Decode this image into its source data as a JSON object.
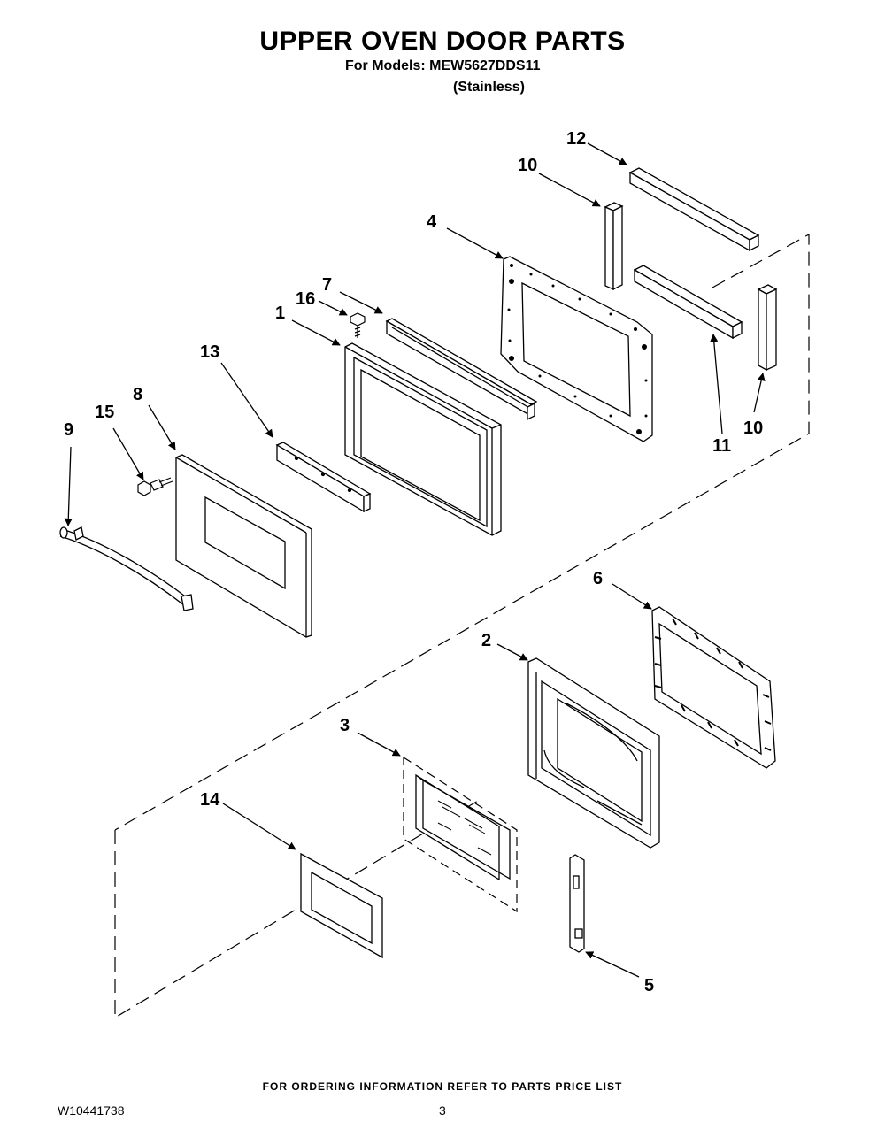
{
  "header": {
    "title": "UPPER OVEN DOOR PARTS",
    "models_line": "For Models: MEW5627DDS11",
    "variant": "(Stainless)"
  },
  "callouts": {
    "p1": "1",
    "p2": "2",
    "p3": "3",
    "p4": "4",
    "p5": "5",
    "p6": "6",
    "p7": "7",
    "p8": "8",
    "p9": "9",
    "p10a": "10",
    "p10b": "10",
    "p11": "11",
    "p12": "12",
    "p13": "13",
    "p14": "14",
    "p15": "15",
    "p16": "16"
  },
  "footer": {
    "ordering_note": "FOR ORDERING INFORMATION REFER TO PARTS PRICE LIST",
    "document_number": "W10441738",
    "page_number": "3"
  }
}
